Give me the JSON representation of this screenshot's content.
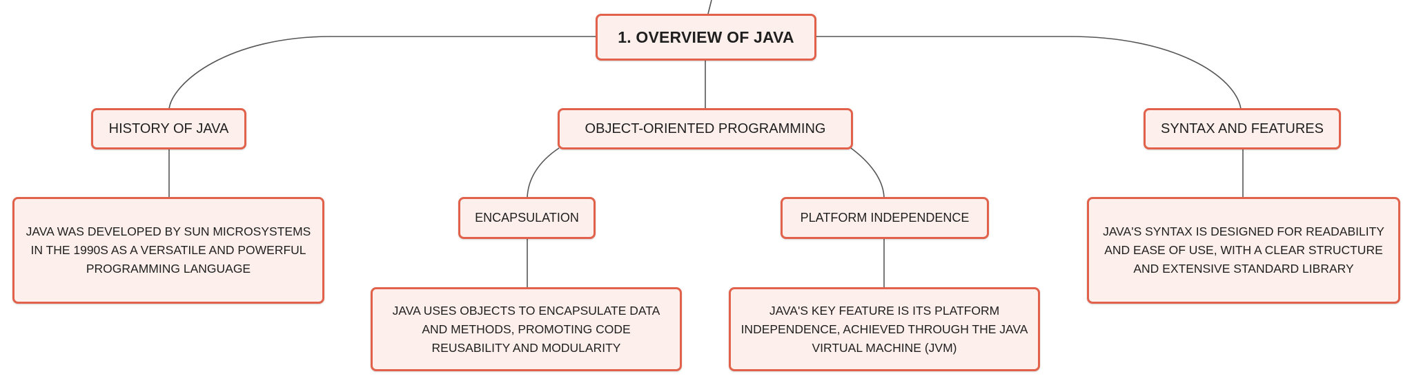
{
  "diagram": {
    "root": {
      "label": "1. OVERVIEW OF JAVA"
    },
    "history": {
      "label": "HISTORY OF JAVA",
      "detail": "JAVA WAS DEVELOPED BY SUN MICROSYSTEMS IN THE 1990S AS A VERSATILE AND POWERFUL PROGRAMMING LANGUAGE"
    },
    "oop": {
      "label": "OBJECT-ORIENTED PROGRAMMING",
      "encapsulation": {
        "label": "ENCAPSULATION",
        "detail": "JAVA USES OBJECTS TO ENCAPSULATE DATA AND METHODS, PROMOTING CODE REUSABILITY AND MODULARITY"
      },
      "platform": {
        "label": "PLATFORM INDEPENDENCE",
        "detail": "JAVA'S KEY FEATURE IS ITS PLATFORM INDEPENDENCE, ACHIEVED THROUGH THE JAVA VIRTUAL MACHINE (JVM)"
      }
    },
    "syntax": {
      "label": "SYNTAX AND FEATURES",
      "detail": "JAVA'S SYNTAX IS DESIGNED FOR READABILITY AND EASE OF USE, WITH A CLEAR STRUCTURE AND EXTENSIVE STANDARD LIBRARY"
    }
  },
  "colors": {
    "node_border": "#e2614b",
    "node_fill": "#fdefeb",
    "connector": "#555555"
  }
}
